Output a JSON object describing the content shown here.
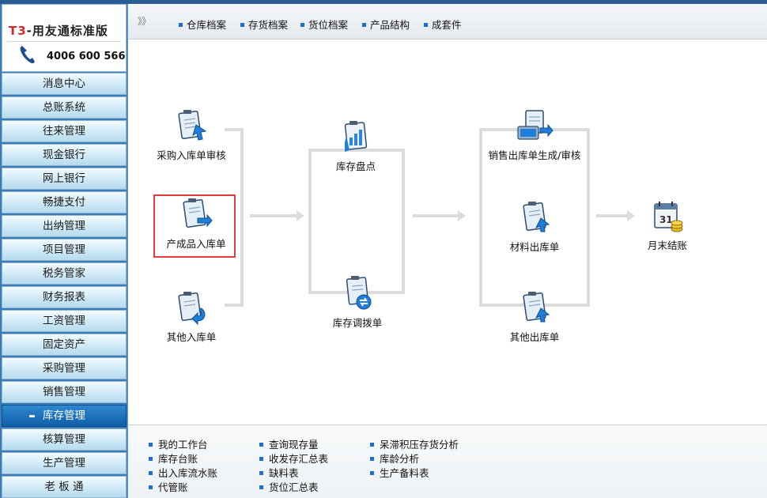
{
  "app": {
    "brand_prefix": "T3",
    "brand_name": "-用友通标准版",
    "phone": "4006 600 566"
  },
  "sidebar": {
    "items": [
      {
        "label": "消息中心"
      },
      {
        "label": "总账系统"
      },
      {
        "label": "往来管理"
      },
      {
        "label": "现金银行"
      },
      {
        "label": "网上银行"
      },
      {
        "label": "畅捷支付"
      },
      {
        "label": "出纳管理"
      },
      {
        "label": "项目管理"
      },
      {
        "label": "税务管家"
      },
      {
        "label": "财务报表"
      },
      {
        "label": "工资管理"
      },
      {
        "label": "固定资产"
      },
      {
        "label": "采购管理"
      },
      {
        "label": "销售管理"
      },
      {
        "label": "库存管理",
        "active": true
      },
      {
        "label": "核算管理"
      },
      {
        "label": "生产管理"
      },
      {
        "label": "老 板 通"
      }
    ]
  },
  "toolbar": {
    "expand": "》》",
    "items": [
      "仓库档案",
      "存货档案",
      "货位档案",
      "产品结构",
      "成套件"
    ]
  },
  "flow": {
    "nodes": {
      "purchase_in_audit": "采购入库单审核",
      "product_in": "产成品入库单",
      "other_in": "其他入库单",
      "stocktake": "库存盘点",
      "transfer": "库存调拨单",
      "sales_out": "销售出库单生成/审核",
      "material_out": "材料出库单",
      "other_out": "其他出库单",
      "month_end": "月末结账"
    },
    "selected": "product_in"
  },
  "quick_links": {
    "col1": [
      "我的工作台",
      "库存台账",
      "出入库流水账",
      "代管账"
    ],
    "col2": [
      "查询现存量",
      "收发存汇总表",
      "缺料表",
      "货位汇总表"
    ],
    "col3": [
      "呆滞积压存货分析",
      "库龄分析",
      "生产备料表"
    ]
  },
  "colors": {
    "accent": "#1f6fd0",
    "active_nav": "#0f5ea8",
    "selected_border": "#e33b3b"
  }
}
